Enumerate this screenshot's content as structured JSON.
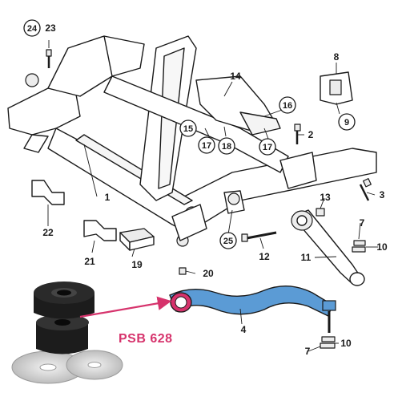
{
  "colors": {
    "highlight_arm": "#5b9bd5",
    "highlight_accent": "#d6336c",
    "bushing_rubber": "#1c1c1c",
    "washer": "#c8c8c8"
  },
  "callouts": {
    "n1": "1",
    "n2": "2",
    "n3": "3",
    "n4": "4",
    "n7a": "7",
    "n7b": "7",
    "n8": "8",
    "n9": "9",
    "n10a": "10",
    "n10b": "10",
    "n11": "11",
    "n12": "12",
    "n13": "13",
    "n14": "14",
    "n15": "15",
    "n16": "16",
    "n17a": "17",
    "n17b": "17",
    "n18": "18",
    "n19": "19",
    "n20": "20",
    "n21": "21",
    "n22": "22",
    "n23": "23",
    "n24": "24",
    "n25": "25"
  },
  "product": {
    "code": "PSB 628"
  }
}
